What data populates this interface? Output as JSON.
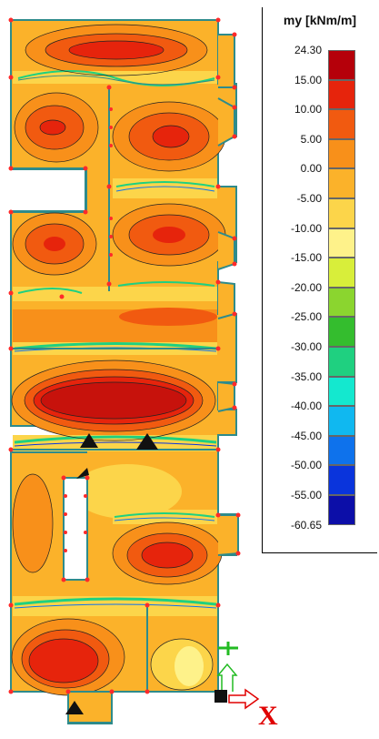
{
  "legend": {
    "title": "my [kNm/m]",
    "levels": [
      {
        "label": "24.30",
        "color": "#b5000a"
      },
      {
        "label": "15.00",
        "color": "#e6240c"
      },
      {
        "label": "10.00",
        "color": "#f15a10"
      },
      {
        "label": "5.00",
        "color": "#f8901a"
      },
      {
        "label": "0.00",
        "color": "#fbb22a"
      },
      {
        "label": "-5.00",
        "color": "#fcd54a"
      },
      {
        "label": "-10.00",
        "color": "#fef28a"
      },
      {
        "label": "-15.00",
        "color": "#d8ee3a"
      },
      {
        "label": "-20.00",
        "color": "#8bd52f"
      },
      {
        "label": "-25.00",
        "color": "#34bd2e"
      },
      {
        "label": "-30.00",
        "color": "#1fd080"
      },
      {
        "label": "-35.00",
        "color": "#14e8cf"
      },
      {
        "label": "-40.00",
        "color": "#10b8f0"
      },
      {
        "label": "-45.00",
        "color": "#0e72ec"
      },
      {
        "label": "-50.00",
        "color": "#0a34dc"
      },
      {
        "label": "-55.00",
        "color": "#0c0ea8"
      },
      {
        "label": "-60.65",
        "color": "#5a0fae"
      }
    ]
  },
  "axis": {
    "x_label": "X"
  },
  "colors": {
    "slab_base": "#fbb22a",
    "slab_light": "#fcd54a",
    "slab_mid": "#f8901a",
    "slab_hot": "#f15a10",
    "slab_peak": "#d91e0c",
    "slab_core": "#b5000a",
    "edge": "#2e8b8b",
    "node": "#ff2a2a",
    "y_axis": "#22bb22",
    "x_arrow": "#e00000"
  }
}
